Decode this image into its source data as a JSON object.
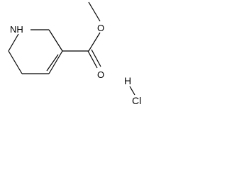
{
  "structure": {
    "atoms": {
      "ring_n": "NH",
      "ester_o": "O",
      "carbonyl_o": "O",
      "salt_h": "H",
      "salt_cl": "Cl"
    }
  }
}
